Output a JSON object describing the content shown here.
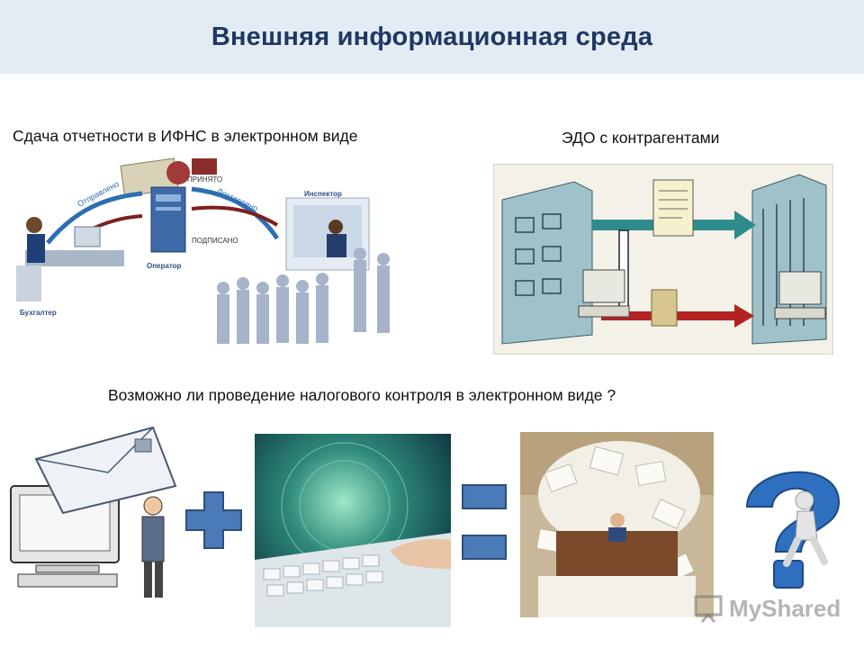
{
  "slide": {
    "title": "Внешняя информационная среда",
    "left_caption": "Сдача отчетности в ИФНС в электронном виде",
    "right_caption": "ЭДО с контрагентами",
    "question": "Возможно ли проведение налогового контроля  в электронном виде ?"
  },
  "diagram_labels": {
    "sent": "Отправлено",
    "accepted": "ПРИНЯТО",
    "delivered": "Доставлено",
    "signed": "ПОДПИСАНО",
    "operator": "Оператор",
    "inspector": "Инспектор",
    "accountant": "Бухгалтер"
  },
  "watermark": {
    "text": "MyShared"
  },
  "colors": {
    "header_bg": "#e3ecf2",
    "title": "#1f3864",
    "plus_minus": "#4a7ab8",
    "arrow_teal": "#2e8b8b",
    "arrow_red": "#b22222"
  }
}
